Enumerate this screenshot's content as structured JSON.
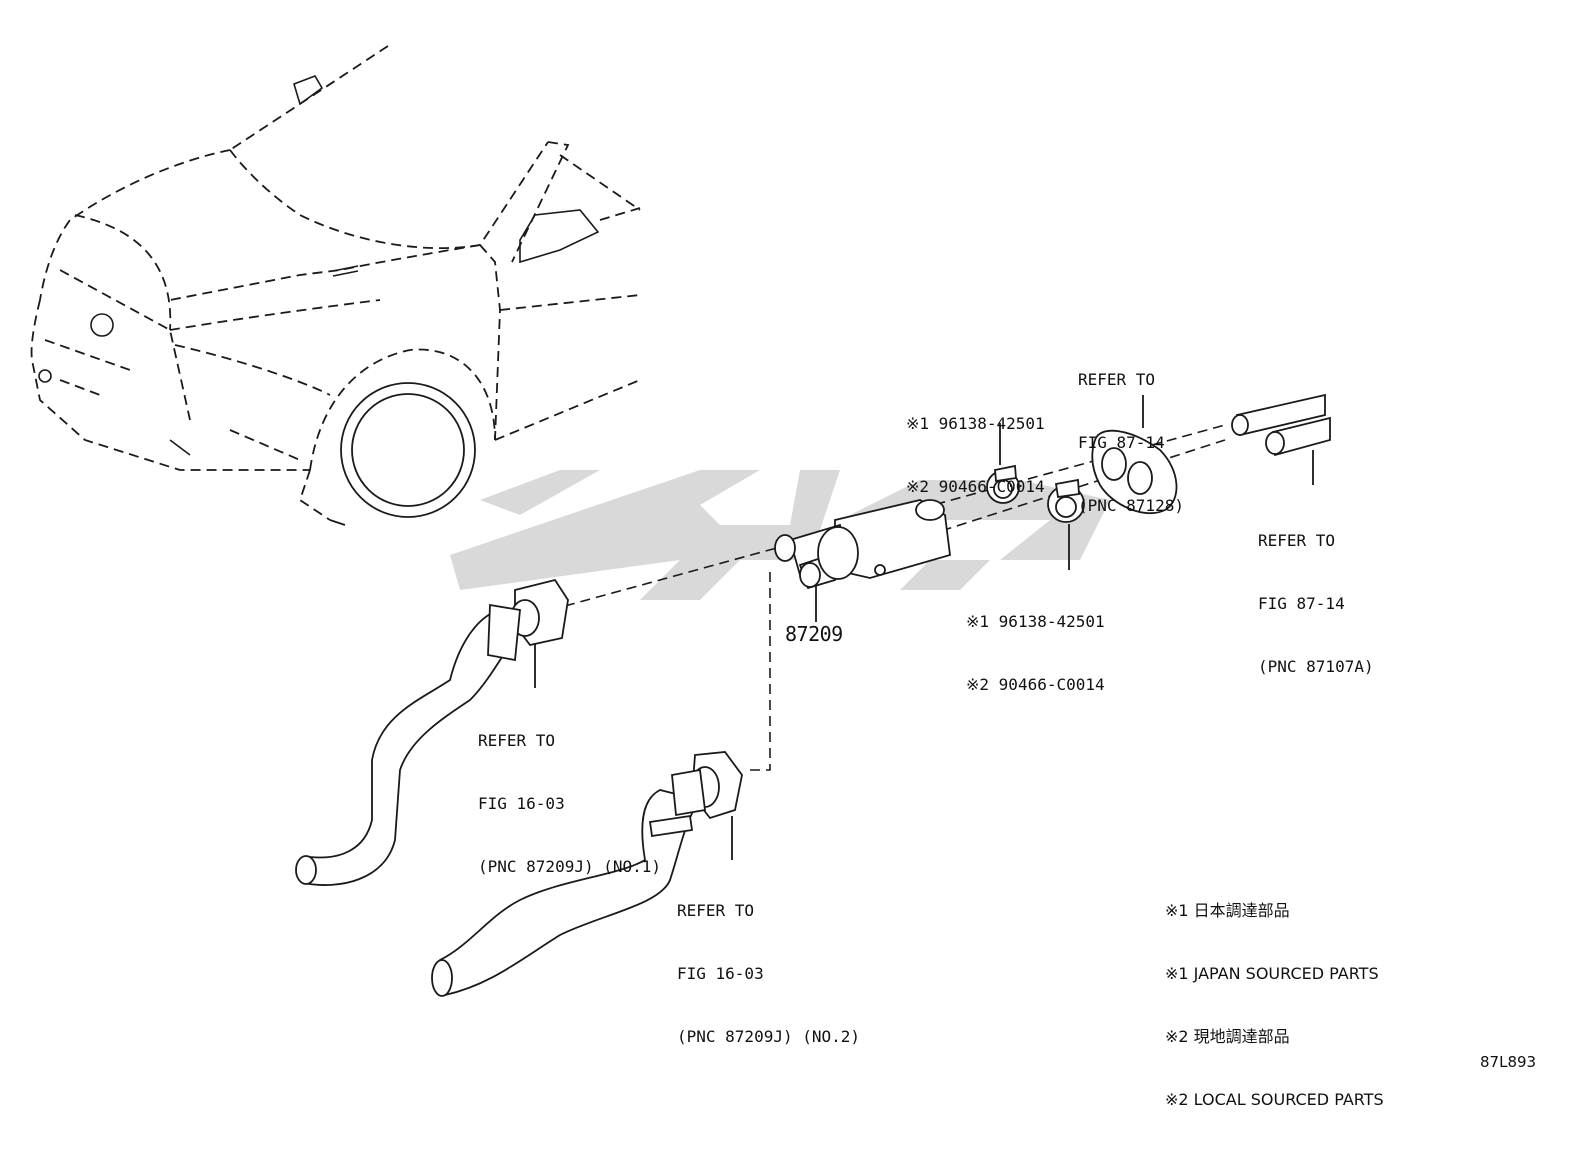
{
  "callouts": {
    "refer_87128": [
      "REFER TO",
      "FIG 87-14",
      "(PNC 87128)"
    ],
    "clamp_upper": [
      "※1 96138-42501",
      "※2 90466-C0014"
    ],
    "clamp_lower": [
      "※1 96138-42501",
      "※2 90466-C0014"
    ],
    "refer_87107a": [
      "REFER TO",
      "FIG 87-14",
      "(PNC 87107A)"
    ],
    "refer_hose_no1": [
      "REFER TO",
      "FIG 16-03",
      "(PNC 87209J) (NO.1)"
    ],
    "refer_hose_no2": [
      "REFER TO",
      "FIG 16-03",
      "(PNC 87209J) (NO.2)"
    ]
  },
  "part_number": "87209",
  "legend": [
    "※1 日本調達部品",
    "※1 JAPAN SOURCED PARTS",
    "※2 現地調達部品",
    "※2 LOCAL SOURCED PARTS"
  ],
  "figure_code": "87L893",
  "colors": {
    "line": "#1a1a1a",
    "watermark": "#d9d9d9",
    "background": "#ffffff"
  }
}
